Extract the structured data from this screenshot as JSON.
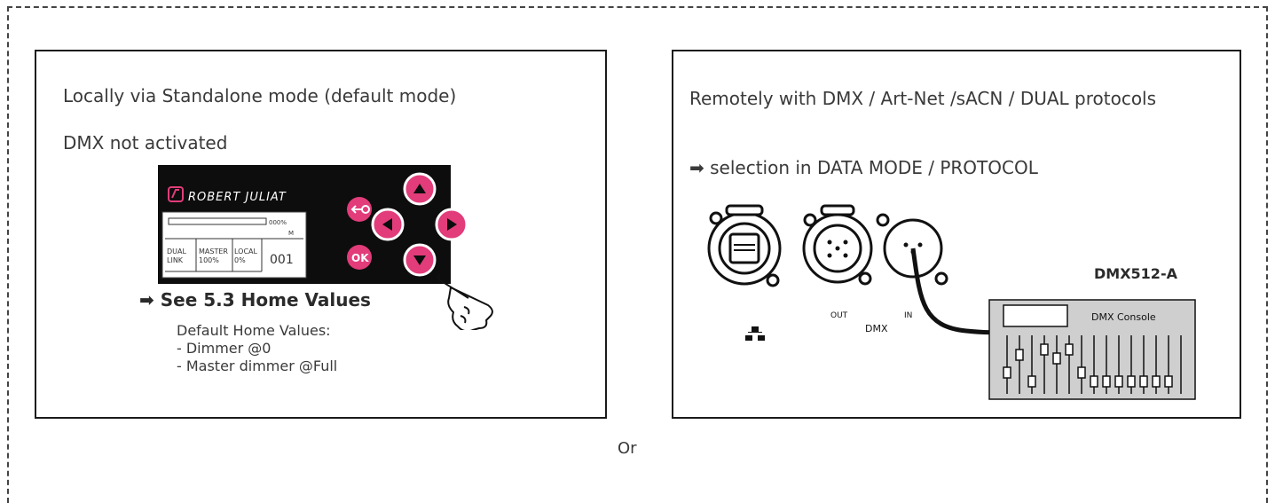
{
  "left_panel": {
    "line1": "Locally via Standalone mode (default mode)",
    "line2": "DMX not activated",
    "device": {
      "brand": "ROBERT JULIAT",
      "level_text": "000%",
      "m_label": "M",
      "cell1_line1": "DUAL",
      "cell1_line2": "LINK",
      "cell2_line1": "MASTER",
      "cell2_line2": "100%",
      "cell3_line1": "LOCAL",
      "cell3_line2": "0%",
      "address": "001",
      "ok_label": "OK"
    },
    "see_home_arrow": "➡",
    "see_home": "See 5.3 Home Values",
    "defaults": [
      "Default Home Values:",
      "- Dimmer @0",
      "- Master dimmer @Full"
    ]
  },
  "right_panel": {
    "line1": "Remotely with DMX / Art-Net /sACN / DUAL protocols",
    "selection_arrow": "➡",
    "selection_prefix": "selection in",
    "selection_bold": "DATA MODE / PROTOCOL",
    "out_label": "OUT",
    "in_label": "IN",
    "dmx_label": "DMX",
    "dmx512_label": "DMX512-A",
    "console_label": "DMX Console",
    "colors": {
      "accent": "#e23c7a",
      "ink": "#1a1a1a"
    }
  },
  "or_label": "Or"
}
